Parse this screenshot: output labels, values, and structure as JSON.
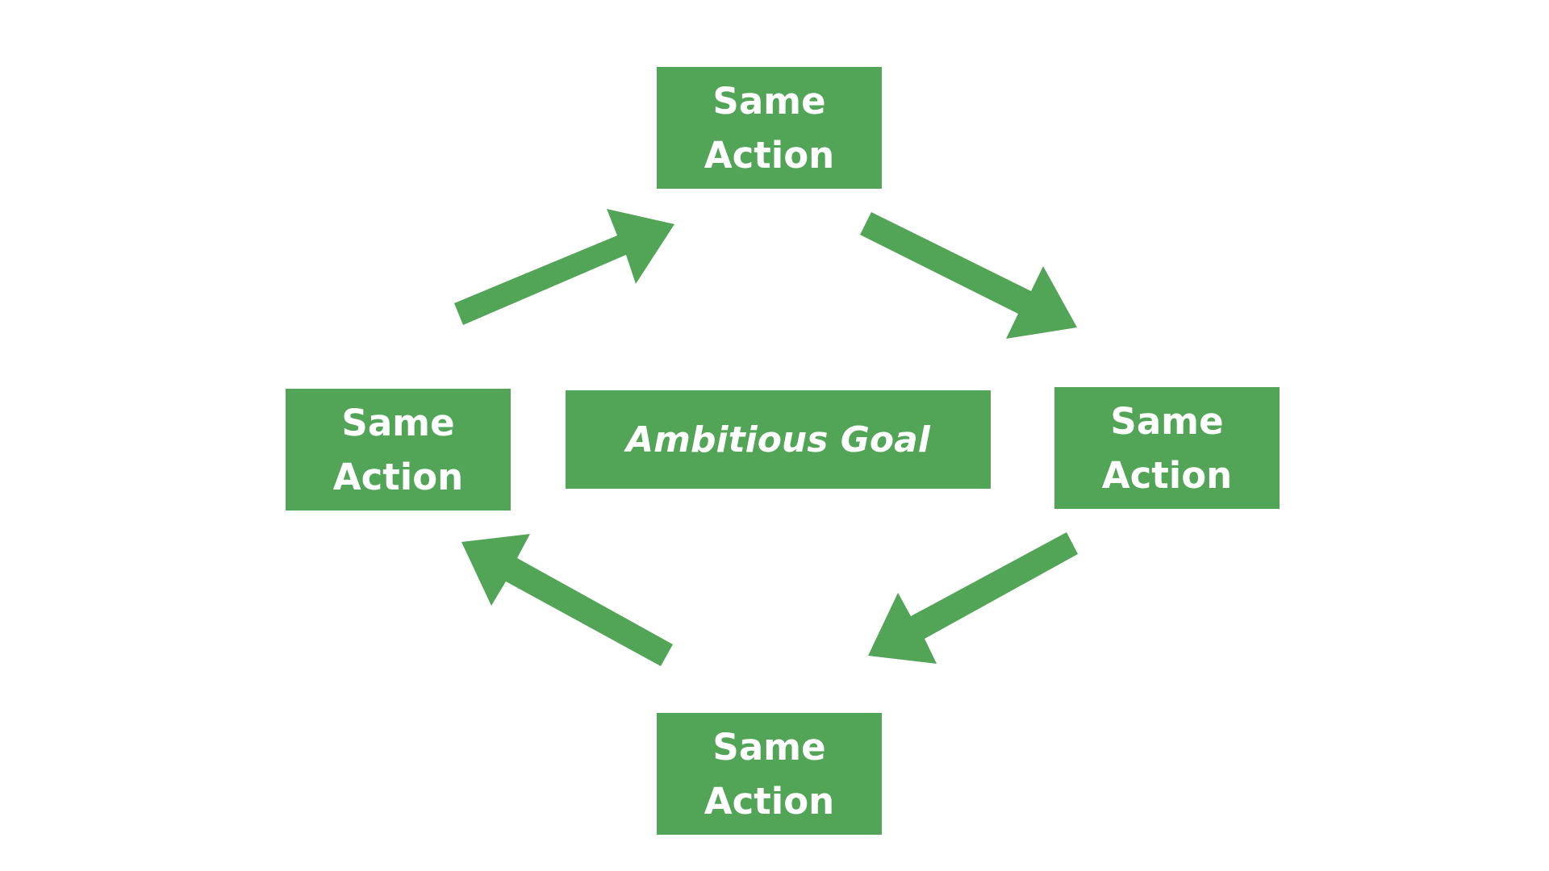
{
  "diagram": {
    "nodes": {
      "top": {
        "line1": "Same",
        "line2": "Action"
      },
      "right": {
        "line1": "Same",
        "line2": "Action"
      },
      "bottom": {
        "line1": "Same",
        "line2": "Action"
      },
      "left": {
        "line1": "Same",
        "line2": "Action"
      }
    },
    "center": {
      "label": "Ambitious Goal"
    },
    "edges": [
      {
        "from": "left",
        "to": "top"
      },
      {
        "from": "top",
        "to": "right"
      },
      {
        "from": "right",
        "to": "bottom"
      },
      {
        "from": "bottom",
        "to": "left"
      }
    ],
    "colors": {
      "fill": "#52a557",
      "text": "#ffffff",
      "background": "#ffffff"
    }
  }
}
